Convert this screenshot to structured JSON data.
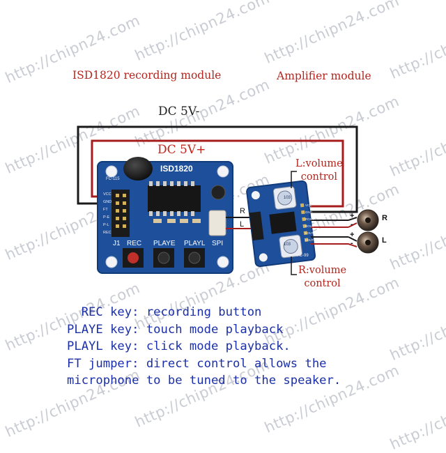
{
  "watermark": "http://chipn24.com",
  "headings": {
    "left": "ISD1820 recording module",
    "right": "Amplifier module"
  },
  "rails": {
    "negative": "DC 5V-",
    "positive": "DC 5V+"
  },
  "isd_board": {
    "chip_title": "ISD1820",
    "model": "FC-115",
    "pin_labels": [
      "VCC",
      "GND",
      "FT",
      "P-E",
      "P-L",
      "REC"
    ],
    "button_labels": [
      "REC",
      "PLAYE",
      "PLAYL"
    ],
    "header_labels": [
      "J1",
      "SPI"
    ]
  },
  "channel_labels": {
    "right": "R",
    "left": "L"
  },
  "amp_board": {
    "model": "FC-99",
    "pin_labels": [
      "VCC",
      "GND",
      "ROUT+",
      "ROUT-",
      "LOUT+",
      "LOUT-"
    ],
    "pot_label": "103"
  },
  "volume_labels": {
    "left": [
      "L:volume",
      "control"
    ],
    "right": [
      "R:volume",
      "control"
    ]
  },
  "speaker_terminals": [
    "+",
    "-",
    "+",
    "-"
  ],
  "speaker_labels": [
    "R",
    "L"
  ],
  "description": [
    "  REC key: recording button",
    "PLAYE key: touch mode playback",
    "PLAYL key: click mode playback.",
    "FT jumper: direct control allows the",
    "microphone to be tuned to the speaker."
  ],
  "colors": {
    "pcb": "#1d4f9b",
    "wire_black": "#1a1a1a",
    "wire_red": "#a61b1b",
    "label_red": "#b3261e",
    "desc_blue": "#1a2fa8"
  }
}
